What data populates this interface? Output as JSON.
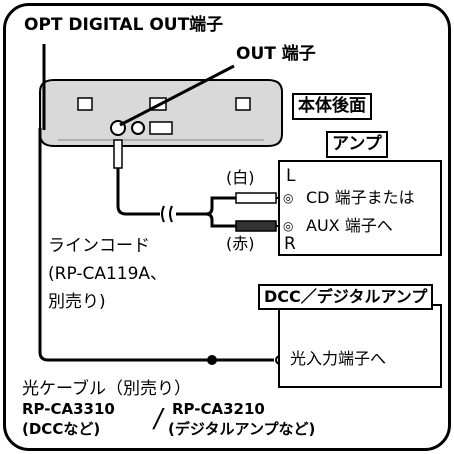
{
  "labels": {
    "opt_digital_out": "OPT DIGITAL OUT端子",
    "out_terminal": "OUT 端子",
    "rear_panel": "本体後面",
    "amplifier": "アンプ",
    "white": "(白)",
    "red": "(赤)",
    "left": "L",
    "right": "R",
    "cd_terminal": "CD 端子または",
    "aux_terminal": "AUX 端子へ",
    "line_cord": "ラインコード",
    "line_cord_model": "(RP-CA119A、",
    "sold_separately_1": "別売り)",
    "dcc_digital_amp": "DCC／デジタルアンプ",
    "optical_input": "光入力端子へ",
    "optical_cable": "光ケーブル（別売り）",
    "cable_model_1": "RP-CA3310",
    "cable_model_2": "RP-CA3210",
    "cable_use_1": "(DCCなど)",
    "cable_use_2": "(デジタルアンプなど)",
    "slash": "/"
  }
}
